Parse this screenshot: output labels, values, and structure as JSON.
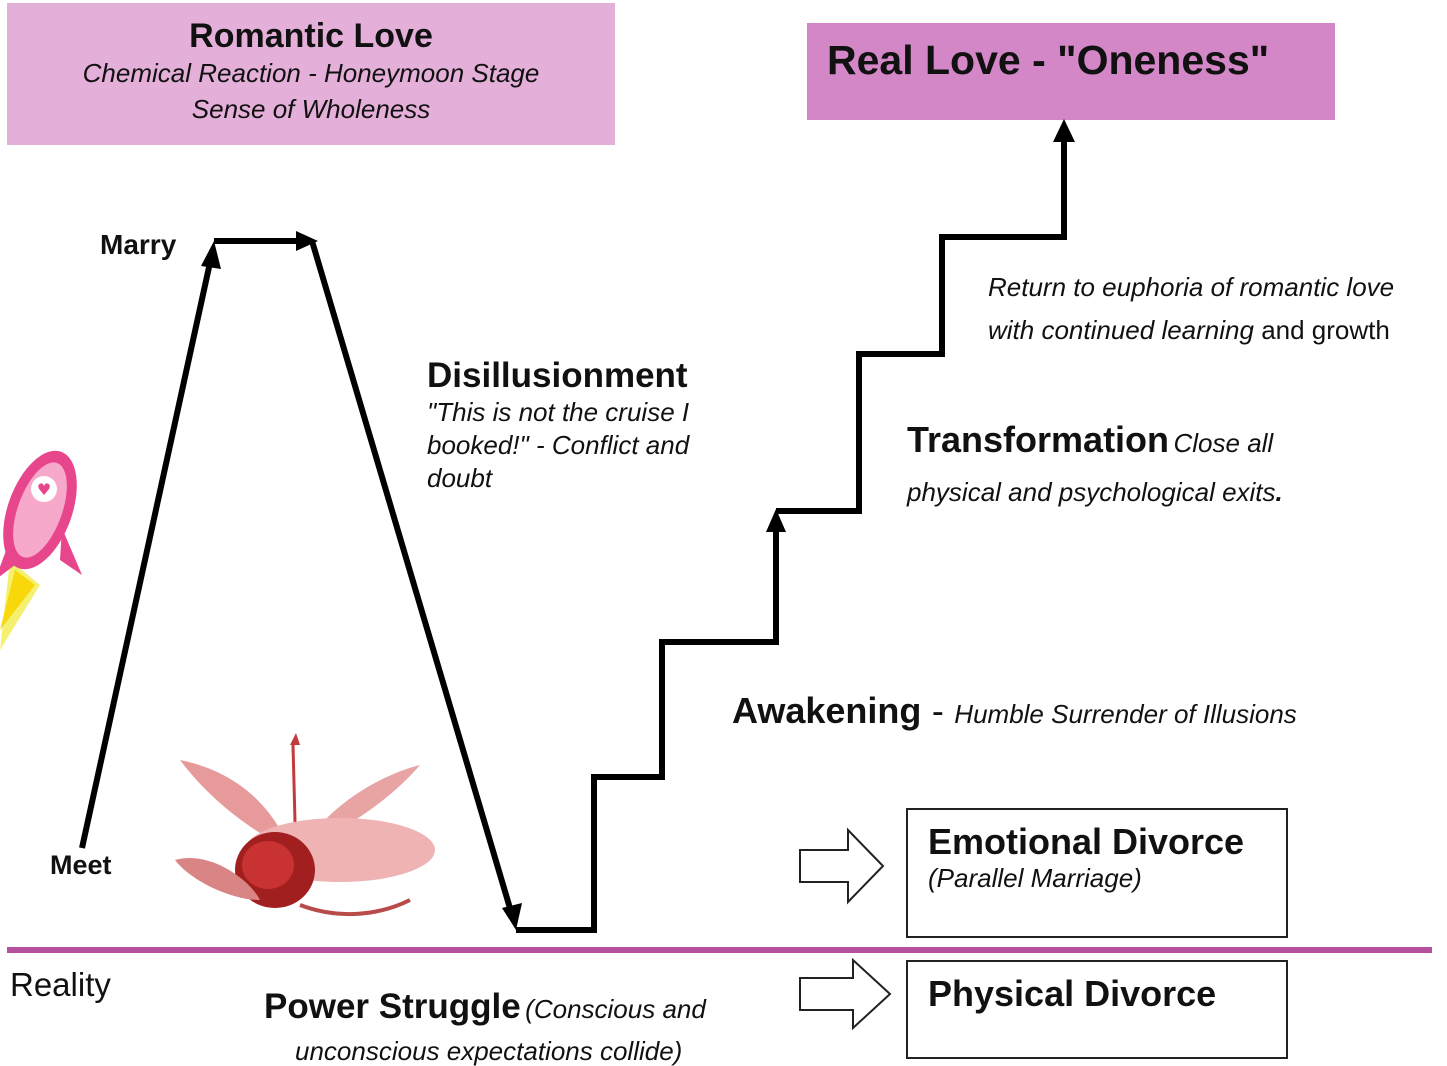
{
  "romantic_love": {
    "title": "Romantic Love",
    "line1": "Chemical Reaction -  Honeymoon Stage",
    "line2": "Sense of Wholeness"
  },
  "real_love": {
    "title": "Real Love - \"Oneness\""
  },
  "labels": {
    "marry": "Marry",
    "meet": "Meet",
    "reality": "Reality"
  },
  "disillusionment": {
    "title": "Disillusionment",
    "line1": "\"This is not the cruise I",
    "line2": "booked!\" - Conflict and",
    "line3": "doubt"
  },
  "return_note": {
    "line1": "Return to euphoria of romantic love",
    "line2_italic": "with continued learning",
    "line2_rest": " and  growth"
  },
  "transformation": {
    "title": "Transformation",
    "sub1": "Close all",
    "sub2": "physical and psychological exits",
    "period": "."
  },
  "awakening": {
    "title": "Awakening",
    "dash": "-",
    "sub": "Humble Surrender of Illusions"
  },
  "emotional_divorce": {
    "title": "Emotional Divorce",
    "sub": "(Parallel Marriage)"
  },
  "physical_divorce": {
    "title": "Physical Divorce"
  },
  "power_struggle": {
    "title": "Power Struggle",
    "sub1": "(Conscious and",
    "sub2": "unconscious expectations collide)"
  },
  "colors": {
    "reality_line": "#b5509e",
    "romantic_box": "#e4afd9",
    "real_box": "#d387c7"
  },
  "icons": [
    "rocket-icon",
    "fallen-cupid-image"
  ]
}
